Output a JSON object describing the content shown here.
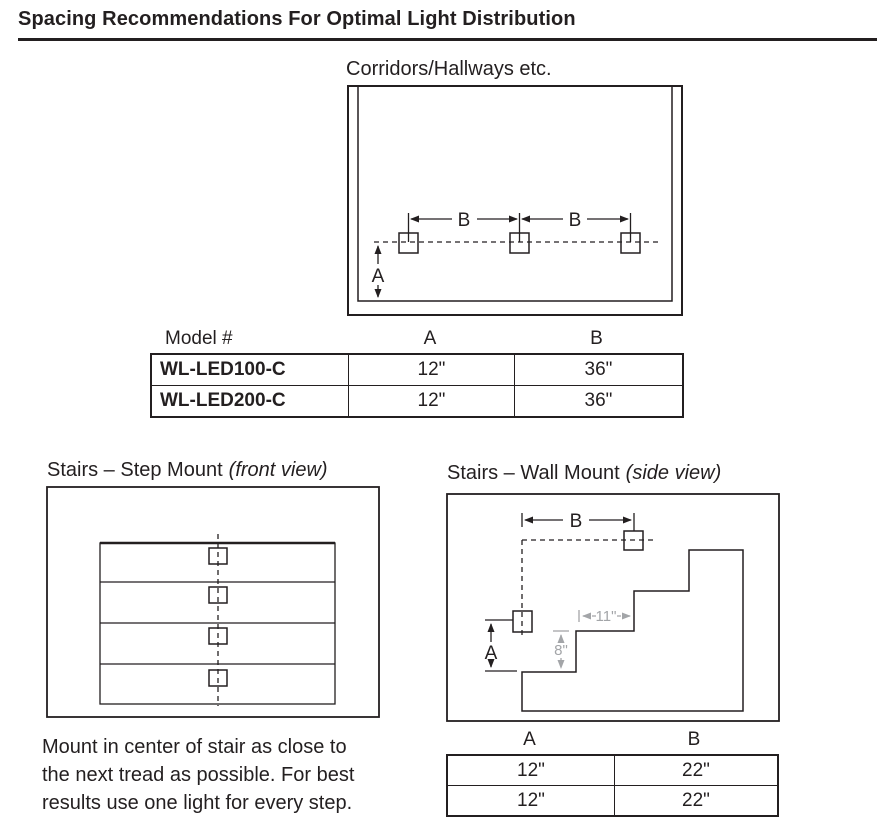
{
  "page": {
    "title": "Spacing Recommendations For Optimal Light Distribution"
  },
  "corridor": {
    "heading": "Corridors/Hallways etc.",
    "dim_a": "A",
    "dim_b": "B"
  },
  "table1": {
    "headers": {
      "model": "Model #",
      "a": "A",
      "b": "B"
    },
    "rows": [
      {
        "model": "WL-LED100-C",
        "a": "12\"",
        "b": "36\""
      },
      {
        "model": "WL-LED200-C",
        "a": "12\"",
        "b": "36\""
      }
    ]
  },
  "step_mount": {
    "heading": "Stairs – Step Mount",
    "heading_suffix": "(front view)",
    "note_lines": [
      "Mount in center of stair as close to",
      "the next tread as possible. For best",
      "results use one light for every step."
    ]
  },
  "wall_mount": {
    "heading": "Stairs – Wall Mount",
    "heading_suffix": "(side view)",
    "dim_a": "A",
    "dim_b": "B",
    "dim_tread": "11\"",
    "dim_riser": "8\""
  },
  "table2": {
    "headers": {
      "a": "A",
      "b": "B"
    },
    "rows": [
      {
        "a": "12\"",
        "b": "22\""
      },
      {
        "a": "12\"",
        "b": "22\""
      }
    ]
  },
  "colors": {
    "ink": "#231f20",
    "dim_gray": "#a3a5a8"
  }
}
